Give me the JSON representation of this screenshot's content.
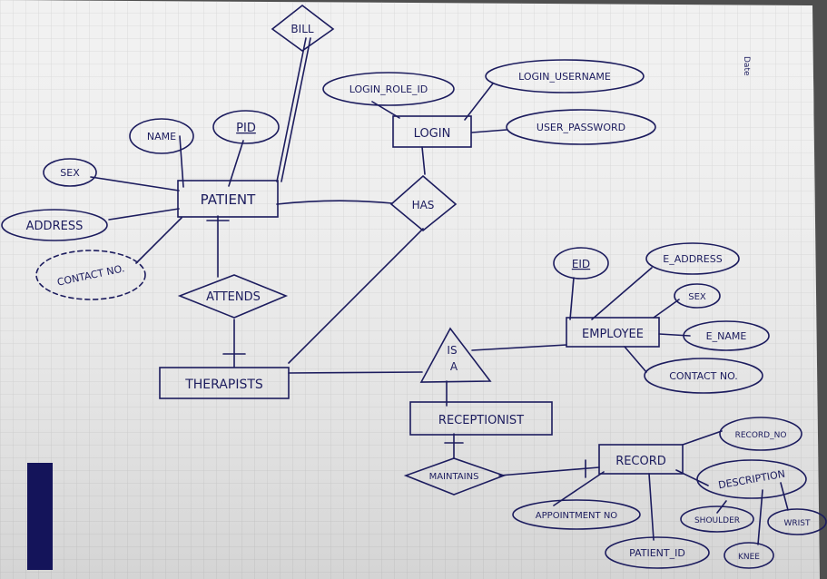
{
  "page": {
    "date_label": "Date",
    "ink_color": "#1c1c5e",
    "paper_color": "#f1f1f1",
    "grid_color": "#d6d6d6"
  },
  "entities": {
    "patient": "PATIENT",
    "login": "LOGIN",
    "therapists": "THERAPISTS",
    "employee": "EMPLOYEE",
    "receptionist": "RECEPTIONIST",
    "record": "RECORD"
  },
  "relationships": {
    "bill": "BILL",
    "has": "HAS",
    "attends": "ATTENDS",
    "maintains": "MAINTAINS",
    "is_a_top": "IS",
    "is_a_bottom": "A"
  },
  "attributes": {
    "name": "NAME",
    "pid": "PID",
    "sex_patient": "SEX",
    "address": "ADDRESS",
    "contact_no_patient": "CONTACT NO.",
    "login_role_id": "LOGIN_ROLE_ID",
    "login_username": "LOGIN_USERNAME",
    "user_password": "USER_PASSWORD",
    "eid": "EID",
    "e_address": "E_ADDRESS",
    "sex_employee": "SEX",
    "e_name": "E_NAME",
    "contact_no_employee": "CONTACT NO.",
    "record_no": "RECORD_NO",
    "description": "DESCRIPTION",
    "appointment_no": "APPOINTMENT NO",
    "patient_id": "PATIENT_ID",
    "shoulder": "SHOULDER",
    "wrist": "WRIST",
    "knee": "KNEE"
  }
}
